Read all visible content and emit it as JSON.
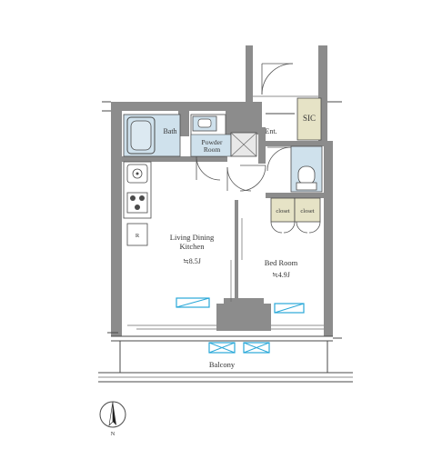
{
  "rooms": {
    "bath": "Bath",
    "powder_room_line1": "Powder",
    "powder_room_line2": "Room",
    "sic": "SIC",
    "entrance": "Ent.",
    "closet_left": "closet",
    "closet_right": "closet",
    "ldk_line1": "Living Dining",
    "ldk_line2": "Kitchen",
    "ldk_area": "≒8.5J",
    "bedroom": "Bed Room",
    "bedroom_area": "≒4.9J",
    "balcony": "Balcony",
    "refrigerator": "R"
  },
  "compass": {
    "north": "N"
  },
  "colors": {
    "wall": "#8c8c8c",
    "wet_area": "#cfe1ec",
    "sic_fill": "#e6e3c6",
    "window_marker": "#2aa8d8",
    "line": "#4a4a4a"
  }
}
